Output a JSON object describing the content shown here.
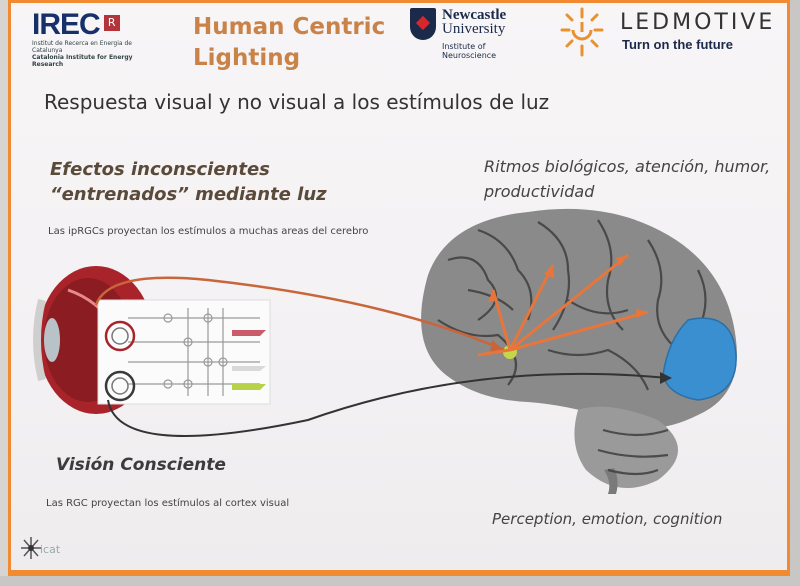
{
  "header": {
    "irec": {
      "name": "IREC",
      "badge": "R",
      "subtitle_line1": "Institut de Recerca en Energia de Catalunya",
      "subtitle_line2": "Catalonia Institute for Energy Research"
    },
    "slide_brand_title": "Human Centric Lighting",
    "newcastle": {
      "name_line1": "Newcastle",
      "name_line2": "University",
      "institute_line1": "Institute of",
      "institute_line2": "Neuroscience"
    },
    "ledmotive": {
      "name": "LEDMOTIVE",
      "tagline": "Turn on the future"
    }
  },
  "slide": {
    "title": "Respuesta visual y no visual a los estímulos de luz",
    "unconscious_heading_line1": "Efectos inconscientes",
    "unconscious_heading_line2": "“entrenados” mediante luz",
    "iprgc_note": "Las ipRGCs proyectan los estímulos a muchas areas del cerebro",
    "rhythms_line1": "Ritmos biológicos, atención, humor,",
    "rhythms_line2": "productividad",
    "conscious_heading": "Visión Consciente",
    "rgc_note": "Las RGC proyectan los estímulos al cortex visual",
    "perception": "Perception, emotion, cognition",
    "footer_logo_text": "icat"
  },
  "colors": {
    "accent_orange": "#f18a31",
    "title_brown": "#c98248",
    "irec_blue": "#17306a",
    "visual_cortex_blue": "#3a8fd1",
    "arrow_orange": "#e8763a",
    "pathway_gray": "#555555"
  },
  "icons": {
    "eye": "eye-anatomy-icon",
    "retina": "retina-circuit-icon",
    "brain": "brain-icon",
    "sun": "led-sun-icon",
    "shield": "university-shield-icon"
  }
}
